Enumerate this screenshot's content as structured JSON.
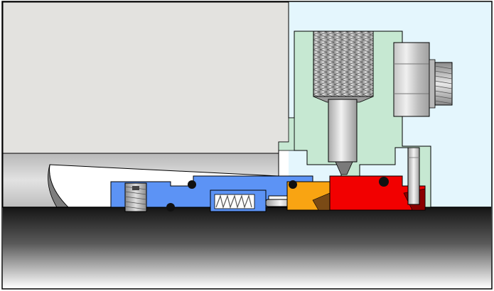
{
  "diagram": {
    "type": "mechanical-seal-cross-section",
    "colors": {
      "housing": "#E3E2DF",
      "background_right": "#E4F6FD",
      "gland": "#C6E8D2",
      "rotating_sleeve": "#5C93F5",
      "stationary_face": "#F20000",
      "seal_ring": "#F9A412",
      "shaft_dark": "#1E1E1E",
      "metal_light": "#D9D9D9",
      "outline": "#000000"
    },
    "parts": [
      "housing",
      "gland-plate",
      "threaded-port",
      "hex-bolt",
      "shaft",
      "shaft-sleeve",
      "set-screw",
      "compression-spring",
      "drive-pin",
      "o-ring",
      "rotating-seal-ring",
      "stationary-seat",
      "anti-rotation-pin"
    ]
  }
}
